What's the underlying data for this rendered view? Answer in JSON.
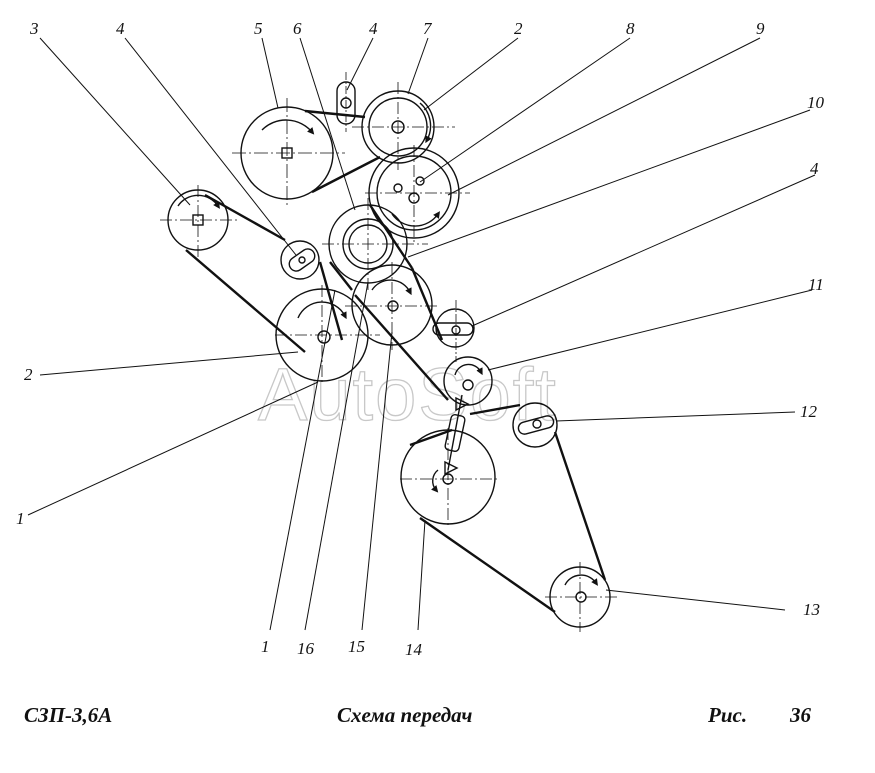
{
  "callouts": [
    {
      "id": "c3",
      "text": "3"
    },
    {
      "id": "c4a",
      "text": "4"
    },
    {
      "id": "c5",
      "text": "5"
    },
    {
      "id": "c6",
      "text": "6"
    },
    {
      "id": "c4b",
      "text": "4"
    },
    {
      "id": "c7",
      "text": "7"
    },
    {
      "id": "c2a",
      "text": "2"
    },
    {
      "id": "c8",
      "text": "8"
    },
    {
      "id": "c9",
      "text": "9"
    },
    {
      "id": "c10",
      "text": "10"
    },
    {
      "id": "c4c",
      "text": "4"
    },
    {
      "id": "c11",
      "text": "11"
    },
    {
      "id": "c2b",
      "text": "2"
    },
    {
      "id": "c12",
      "text": "12"
    },
    {
      "id": "c1a",
      "text": "1"
    },
    {
      "id": "c13",
      "text": "13"
    },
    {
      "id": "c1b",
      "text": "1"
    },
    {
      "id": "c16",
      "text": "16"
    },
    {
      "id": "c15",
      "text": "15"
    },
    {
      "id": "c14",
      "text": "14"
    }
  ],
  "watermark": "AutoSoft",
  "footer": {
    "model": "СЗП-3,6А",
    "title": "Схема передач",
    "fig_label": "Рис.",
    "fig_number": "36"
  }
}
